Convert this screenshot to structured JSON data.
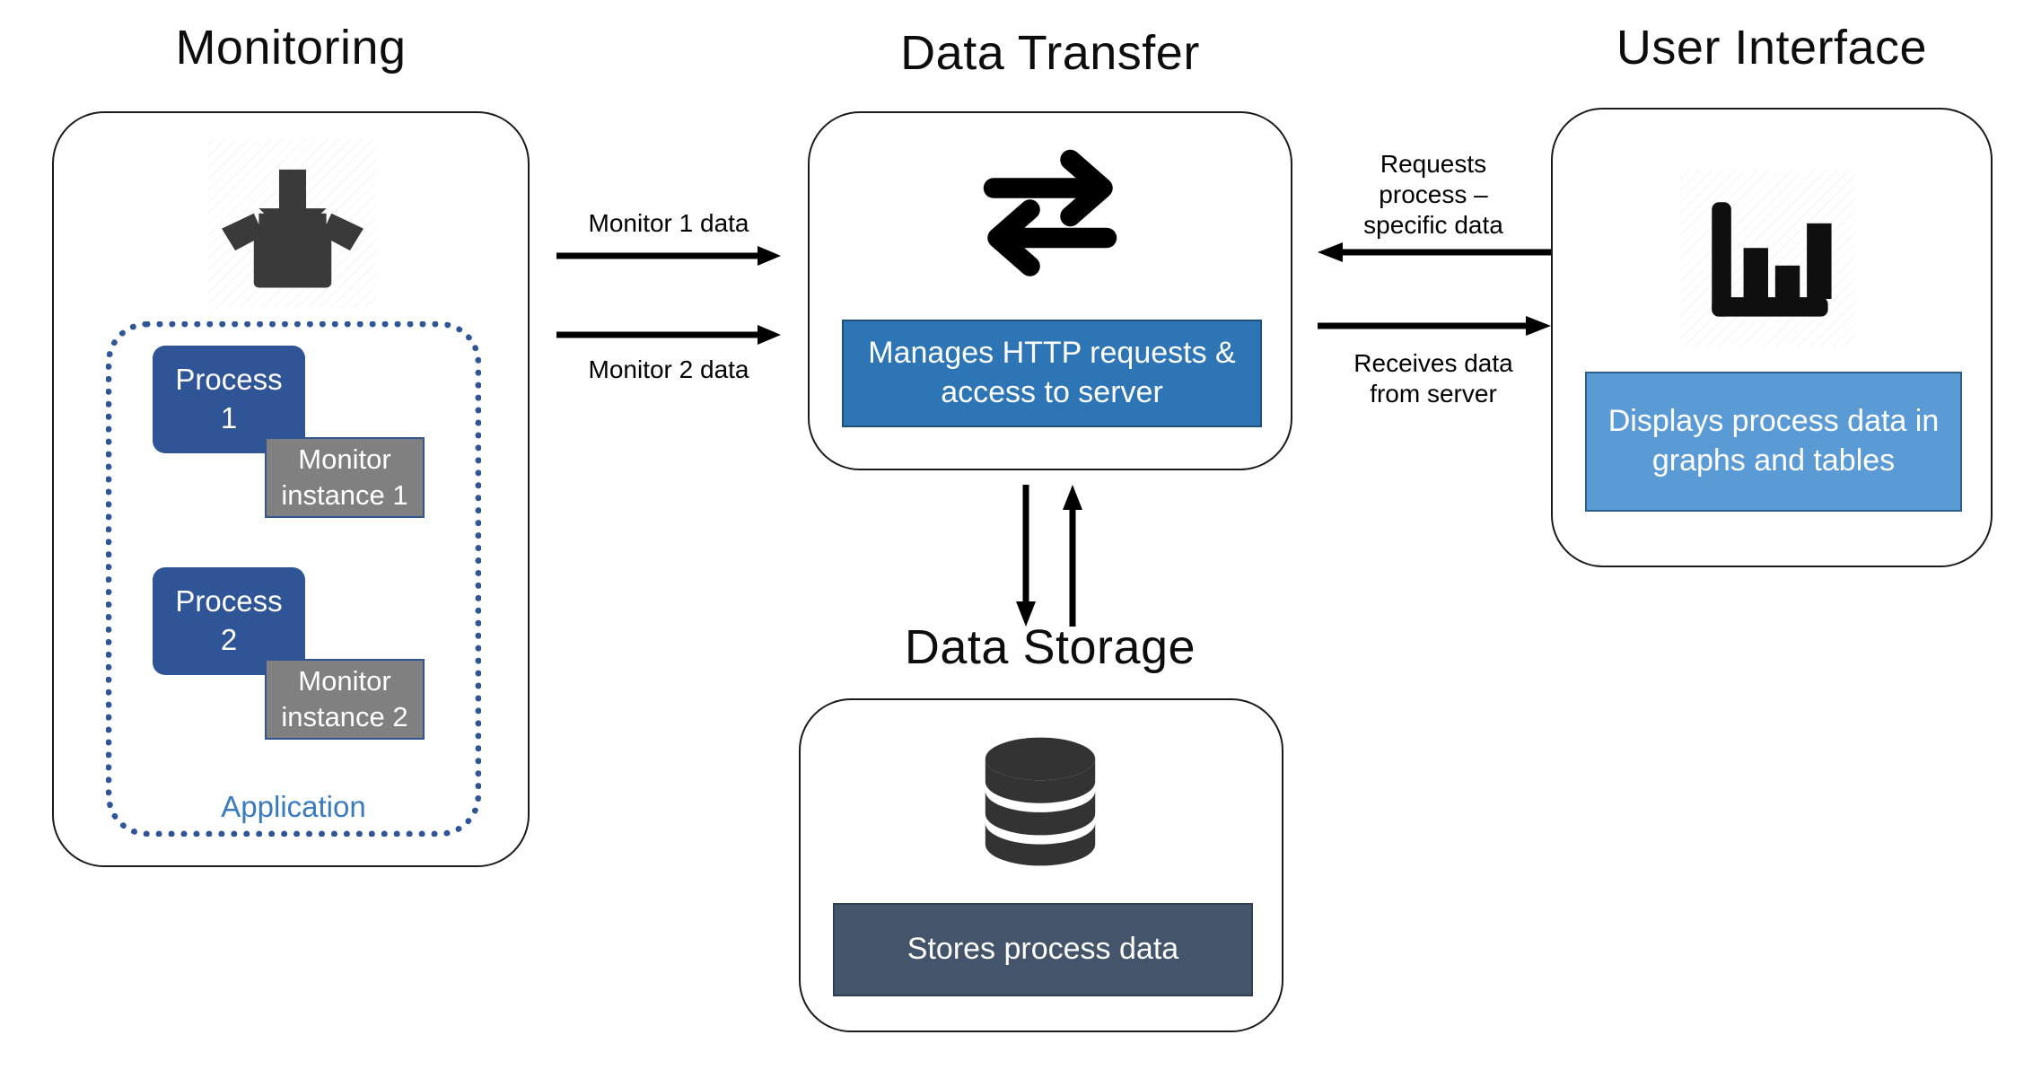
{
  "diagram": {
    "title": "System architecture: monitoring, data transfer, storage and user interface",
    "colors": {
      "process_blue": "#2F5597",
      "monitor_gray": "#808080",
      "transfer_blue": "#2E75B6",
      "ui_blue": "#5B9BD5",
      "storage_slate": "#44546A",
      "application_label": "#3A7AC0",
      "panel_border": "#1A1A1A",
      "arrow_black": "#000000"
    }
  },
  "sections": {
    "monitoring": {
      "title": "Monitoring",
      "icon": "package-box-download-icon",
      "application": {
        "label": "Application",
        "processes": [
          {
            "name": "Process\n1",
            "monitor": "Monitor\ninstance 1"
          },
          {
            "name": "Process\n2",
            "monitor": "Monitor\ninstance 2"
          }
        ]
      }
    },
    "data_transfer": {
      "title": "Data Transfer",
      "icon": "bidirectional-transfer-arrows-icon",
      "banner": "Manages HTTP requests & access to server"
    },
    "data_storage": {
      "title": "Data Storage",
      "icon": "database-cylinder-icon",
      "banner": "Stores process data"
    },
    "user_interface": {
      "title": "User Interface",
      "icon": "bar-chart-icon",
      "banner": "Displays process data in graphs and tables"
    }
  },
  "connectors": {
    "monitor1": {
      "label": "Monitor 1 data",
      "direction": "right"
    },
    "monitor2": {
      "label": "Monitor 2 data",
      "direction": "right"
    },
    "requests": {
      "label": "Requests\nprocess –\nspecific data",
      "direction": "left"
    },
    "receives": {
      "label": "Receives data\nfrom server",
      "direction": "right"
    },
    "storage_write": {
      "label": "",
      "direction": "down"
    },
    "storage_read": {
      "label": "",
      "direction": "up"
    }
  }
}
